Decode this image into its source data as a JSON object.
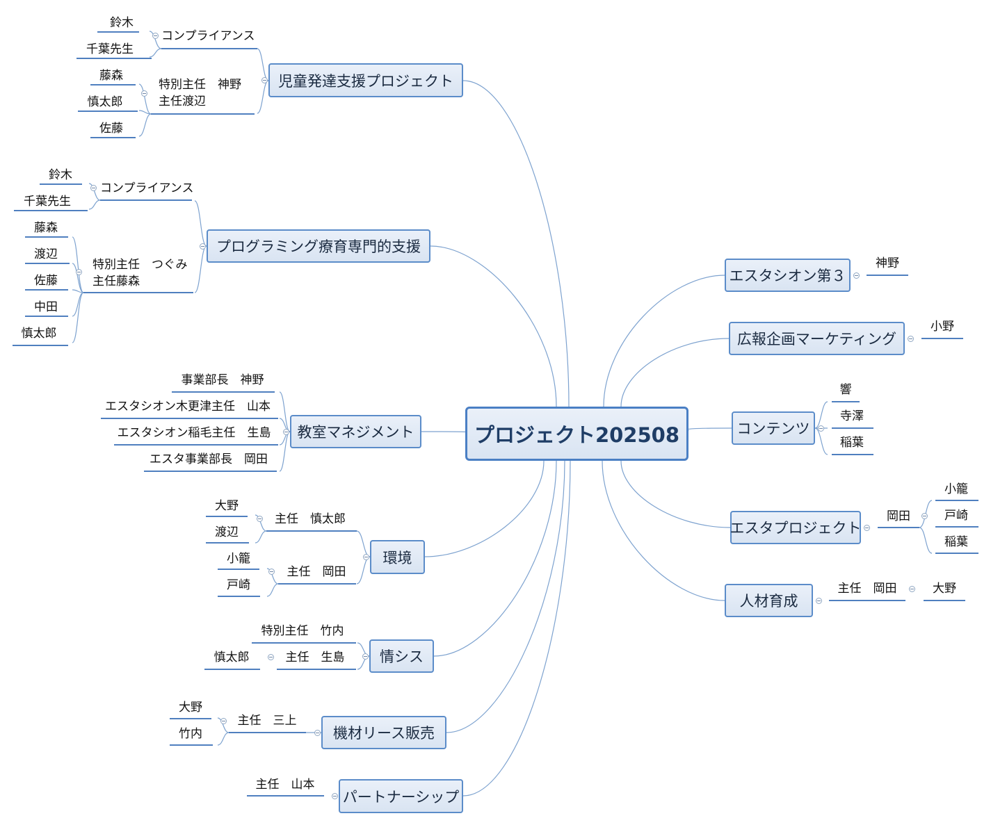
{
  "central": {
    "label": "プロジェクト202508"
  },
  "branches": {
    "jido": {
      "label": "児童発達支援プロジェクト"
    },
    "prog": {
      "label": "プログラミング療育専門的支援"
    },
    "kyoshitsu": {
      "label": "教室マネジメント"
    },
    "kankyo": {
      "label": "環境"
    },
    "joshis": {
      "label": "情シス"
    },
    "kizai": {
      "label": "機材リース販売"
    },
    "partner": {
      "label": "パートナーシップ"
    },
    "est3": {
      "label": "エスタシオン第３"
    },
    "koho": {
      "label": "広報企画マーケティング"
    },
    "contents": {
      "label": "コンテンツ"
    },
    "estapj": {
      "label": "エスタプロジェクト"
    },
    "jinzai": {
      "label": "人材育成"
    }
  },
  "leaves": {
    "j_comp": "コンプライアンス",
    "j_suzuki": "鈴木",
    "j_chiba": "千葉先生",
    "j_toku": "特別主任　神野\n主任渡辺",
    "j_fujimori": "藤森",
    "j_shintaro": "慎太郎",
    "j_sato": "佐藤",
    "p_comp": "コンプライアンス",
    "p_suzuki": "鈴木",
    "p_chiba": "千葉先生",
    "p_toku": "特別主任　つぐみ\n主任藤森",
    "p_fujimori": "藤森",
    "p_watanabe": "渡辺",
    "p_sato": "佐藤",
    "p_nakata": "中田",
    "p_shintaro": "慎太郎",
    "k_jigyo": "事業部長　神野",
    "k_kisara": "エスタシオン木更津主任　山本",
    "k_inage": "エスタシオン稲毛主任　生島",
    "k_esta": "エスタ事業部長　岡田",
    "e_shintaro": "主任　慎太郎",
    "e_ono": "大野",
    "e_watanabe": "渡辺",
    "e_okada": "主任　岡田",
    "e_kago": "小籠",
    "e_tozaki": "戸崎",
    "s_takeuchi": "特別主任　竹内",
    "s_ikushima": "主任　生島",
    "s_shintaro": "慎太郎",
    "m_mikami": "主任　三上",
    "m_ono": "大野",
    "m_takeuchi": "竹内",
    "pa_yamamoto": "主任　山本",
    "r_jinno": "神野",
    "r_ono": "小野",
    "c_hibiki": "響",
    "c_terasawa": "寺澤",
    "c_inaba": "稲葉",
    "ep_okada": "岡田",
    "ep_kago": "小籠",
    "ep_tozaki": "戸崎",
    "ep_inaba": "稲葉",
    "jz_okada": "主任　岡田",
    "jz_ono": "大野"
  },
  "colors": {
    "connector": "#7da2cf",
    "underline": "#4f7fbf",
    "node_border": "#5b8cc9",
    "node_fill": "#dce6f3"
  }
}
